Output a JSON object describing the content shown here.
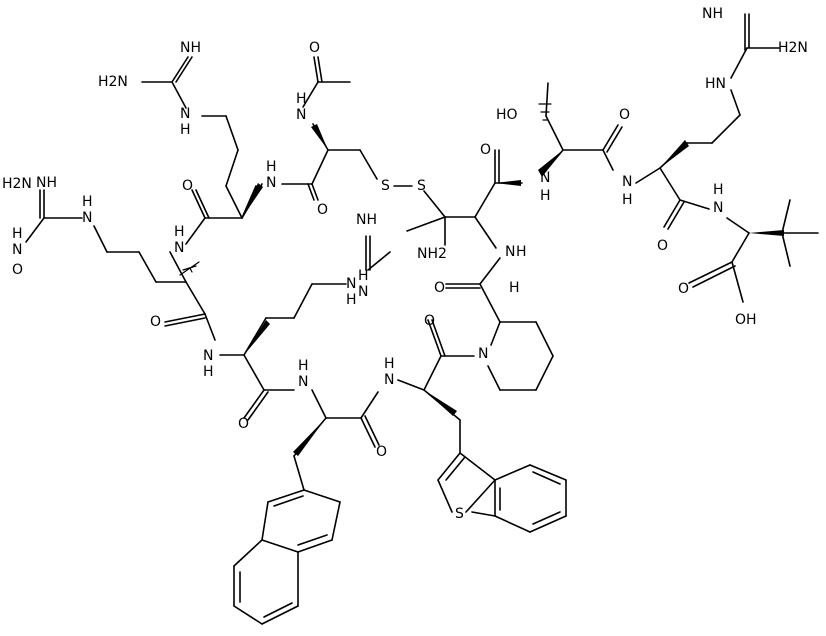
{
  "atom_labels": {
    "nh_top_imine": "NH",
    "h2n_top_right": "H2N",
    "hn_top_right": "HN",
    "ho_thr": "HO",
    "o_thr_co": "O",
    "nh_thr_arg": "N",
    "h_thr_arg": "H",
    "h_thr_arg2": "H",
    "nh_arg_tle": "N",
    "h_arg_tle": "H",
    "o_arg_co": "O",
    "nh_tle": "N",
    "h_tle": "H",
    "o_tle_acid": "O",
    "oh_tle_acid": "OH",
    "o_pen_co": "O",
    "nh_pen": "N",
    "h_pen": "H",
    "s1": "S",
    "s2": "S",
    "nh2_mid": "NH2",
    "nh_mid_imine": "NH",
    "h_mid_amine": "N",
    "h_mid_amine_h": "H",
    "o_pip": "O",
    "n_pip": "N",
    "o_pip_co": "O",
    "nh_trp": "N",
    "h_trp": "H",
    "o_nal_co": "O",
    "nh_nal": "N",
    "h_nal": "H",
    "o_arg2": "O",
    "s_thio": "S",
    "nh_ac": "N",
    "h_ac": "H",
    "o_ac": "O",
    "nh_cys": "N",
    "h_cys": "H",
    "o_cys": "O",
    "nh_arg1_imine": "NH",
    "h2n_arg1": "H2N",
    "n_arg1": "N",
    "h_arg1": "H",
    "o_arg1": "O",
    "nh_arg1_bb": "N",
    "h_arg1_bb": "H",
    "nh_arg0_imine": "NH",
    "h2n_arg0": "H2N",
    "n_arg0": "N",
    "h_arg0": "H",
    "o_arg0": "O",
    "nh_arg0_bb": "N",
    "h_arg0_bb": "H",
    "nh_left_bb": "N",
    "h_left_bb": "H",
    "o_left": "O",
    "n_ring_left": "N",
    "h_ring_left": "H",
    "h_alpha_pip": "H"
  }
}
